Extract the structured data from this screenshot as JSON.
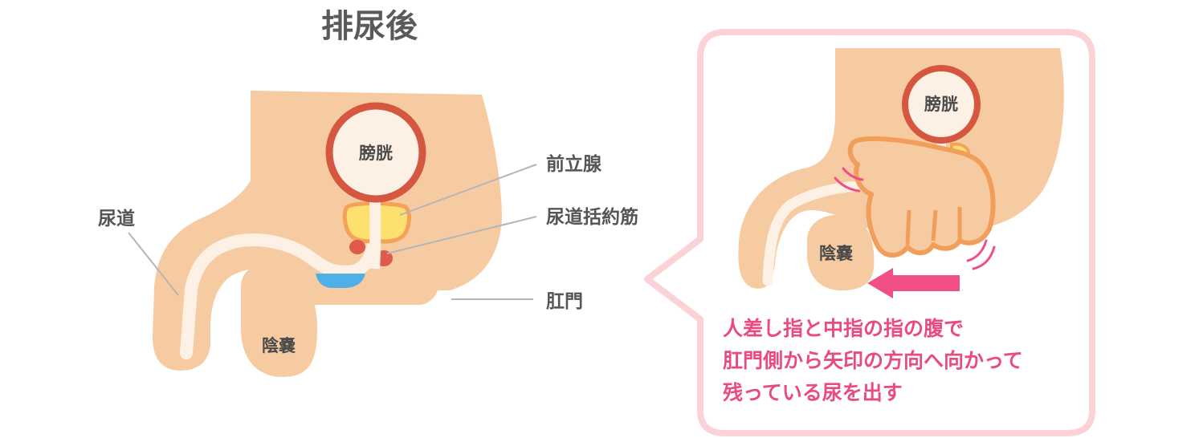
{
  "title": "排尿後",
  "left_diagram": {
    "bladder": "膀胱",
    "prostate": "前立腺",
    "sphincter": "尿道括約筋",
    "urethra": "尿道",
    "anus": "肛門",
    "scrotum": "陰嚢"
  },
  "right_diagram": {
    "bladder": "膀胱",
    "scrotum": "陰嚢",
    "instruction_lines": [
      "人差し指と中指の指の腹で",
      "肛門側から矢印の方向へ向かって",
      "残っている尿を出す"
    ]
  },
  "colors": {
    "skin": "#f7cba2",
    "urethra": "#fdf0e4",
    "bladder_ring": "#d5573f",
    "prostate": "#fde06e",
    "prostate_outline": "#f4a25a",
    "sphincter": "#de5a4a",
    "urine": "#4fb0e8",
    "bubble_border": "#fbd3d6",
    "arrow": "#ef4f85",
    "leader": "#b5b5b5"
  }
}
